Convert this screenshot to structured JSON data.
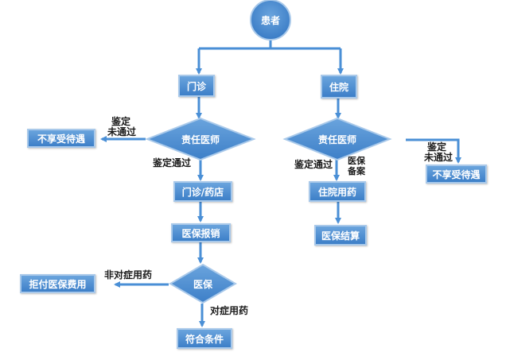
{
  "colors": {
    "node_fill": "#3d7fc8",
    "node_border": "#a9c9ea",
    "arrow": "#4a8fd6",
    "label_text": "#1a1a1a"
  },
  "nodes": {
    "patient": "患者",
    "outpatient": "门诊",
    "inpatient": "住院",
    "responsible_doctor_left": "责任医师",
    "responsible_doctor_right": "责任医师",
    "no_treatment_left": "不享受待遇",
    "no_treatment_right": "不享受待遇",
    "outpatient_pharmacy": "门诊/药店",
    "inpatient_medication": "住院用药",
    "reimbursement": "医保报销",
    "settlement": "医保结算",
    "medical_insurance": "医保",
    "refuse_payment": "拒付医保费用",
    "eligible": "符合条件"
  },
  "edge_labels": {
    "left_rejected": [
      "鉴定",
      "未通过"
    ],
    "left_passed": "鉴定通过",
    "right_passed": "鉴定通过",
    "right_filing": [
      "医保",
      "备案"
    ],
    "right_rejected": [
      "鉴定",
      "未通过"
    ],
    "non_indication": "非对症用药",
    "indication": "对症用药"
  }
}
